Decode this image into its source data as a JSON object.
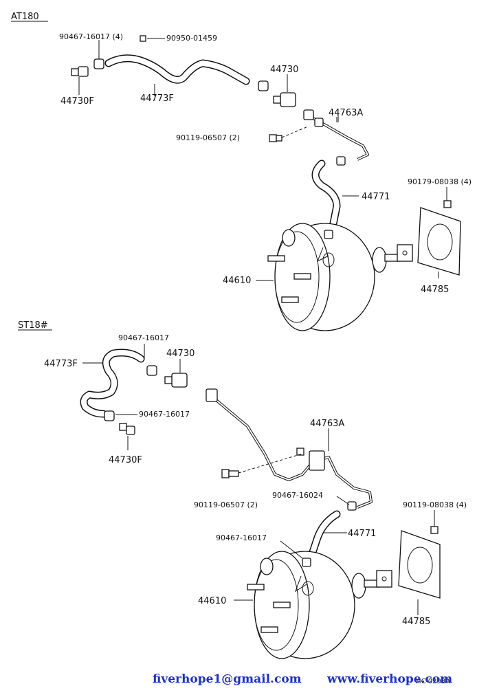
{
  "sections": {
    "top": "AT180",
    "bottom": "ST18#"
  },
  "top_parts": {
    "p1": "90467-16017 (4)",
    "p2": "90950-01459",
    "p3": "44730",
    "p4": "44730F",
    "p5": "44773F",
    "p6": "44763A",
    "p7": "90119-06507 (2)",
    "p8": "90179-08038 (4)",
    "p9": "44771",
    "p10": "44610",
    "p11": "44785"
  },
  "bottom_parts": {
    "p1": "90467-16017",
    "p2": "44773F",
    "p3": "44730",
    "p4": "90467-16017",
    "p5": "44730F",
    "p6": "44763A",
    "p7": "90119-06507 (2)",
    "p8": "90467-16024",
    "p9": "90119-08038 (4)",
    "p10": "90467-16017",
    "p11": "44771",
    "p12": "44610",
    "p13": "44785"
  },
  "figure_code": "MC 0293A",
  "watermark": {
    "email": "fiverhope1@gmail.com",
    "site": "www.fiverhope.com"
  }
}
